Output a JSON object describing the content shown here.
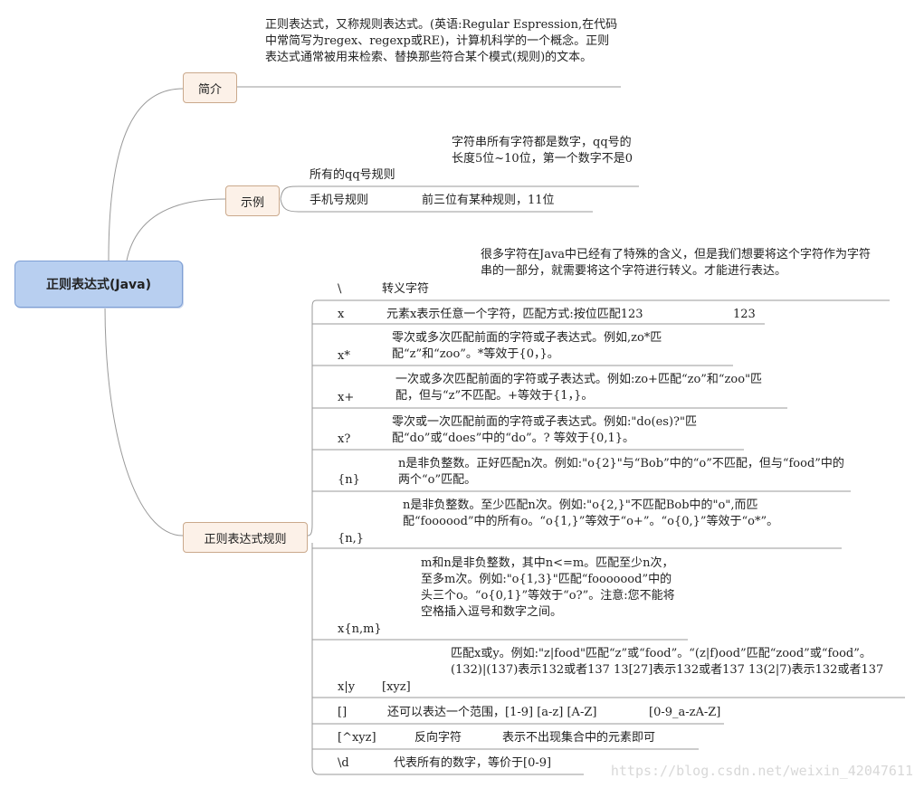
{
  "root": {
    "label": "正则表达式(Java)"
  },
  "intro": {
    "label": "简介",
    "text": "正则表达式，又称规则表达式。(英语:Regular Espression,在代码中常简写为regex、regexp或RE)，计算机科学的一个概念。正则表达式通常被用来检索、替换那些符合某个模式(规则)的文本。"
  },
  "examples": {
    "label": "示例",
    "items": [
      {
        "name": "所有的qq号规则",
        "desc": "字符串所有字符都是数字，qq号的长度5位~10位，第一个数字不是0"
      },
      {
        "name": "手机号规则",
        "desc": "前三位有某种规则，11位"
      }
    ]
  },
  "rules": {
    "label": "正则表达式规则",
    "items": [
      {
        "symbol": "\\",
        "name": "转义字符",
        "desc": "很多字符在Java中已经有了特殊的含义，但是我们想要将这个字符作为字符串的一部分，就需要将这个字符进行转义。才能进行表达。"
      },
      {
        "symbol": "x",
        "desc": "元素x表示任意一个字符，匹配方式:按位匹配123",
        "extra": "123"
      },
      {
        "symbol": "x*",
        "desc": "零次或多次匹配前面的字符或子表达式。例如,zo*匹配“z”和“zoo”。*等效于{0，}。"
      },
      {
        "symbol": "x+",
        "desc": "一次或多次匹配前面的字符或子表达式。例如:zo+匹配“zo”和“zoo\"匹配，但与“z”不匹配。+等效于{1，}。"
      },
      {
        "symbol": "x?",
        "desc": "零次或一次匹配前面的字符或子表达式。例如:\"do(es)?\"匹配“do”或“does”中的“do”。? 等效于{0,1}。"
      },
      {
        "symbol": "{n}",
        "desc": "n是非负整数。正好匹配n次。例如:\"o{2}\"与“Bob”中的“o”不匹配，但与“food”中的两个“o”匹配。"
      },
      {
        "symbol": "{n,}",
        "desc": "n是非负整数。至少匹配n次。例如:\"o{2,}\"不匹配Bob中的\"o\",而匹配“foooood”中的所有o。“o{1,}”等效于“o+”。“o{0,}”等效于“o*”。"
      },
      {
        "symbol": "x{n,m}",
        "desc": "m和n是非负整数，其中n<=m。匹配至少n次，至多m次。例如:\"o{1,3}\"匹配“fooooood”中的头三个o。“o{0,1}”等效于“o?”。注意:您不能将空格插入逗号和数字之间。"
      },
      {
        "symbol": "x|y",
        "name": "[xyz]",
        "desc": "匹配x或y。例如:\"z|food\"匹配“z”或“food”。“(z|f)ood”匹配“zood”或“food”。  (132)|(137)表示132或者137 13[27]表示132或者137  13(2|7)表示132或者137"
      },
      {
        "symbol": "[]",
        "desc": "还可以表达一个范围，[1-9] [a-z] [A-Z]",
        "extra": "[0-9_a-zA-Z]"
      },
      {
        "symbol": "[^xyz]",
        "name": "反向字符",
        "desc": "表示不出现集合中的元素即可"
      },
      {
        "symbol": "\\d",
        "desc": "代表所有的数字，等价于[0-9]"
      }
    ]
  },
  "watermark": "https://blog.csdn.net/weixin_42047611"
}
